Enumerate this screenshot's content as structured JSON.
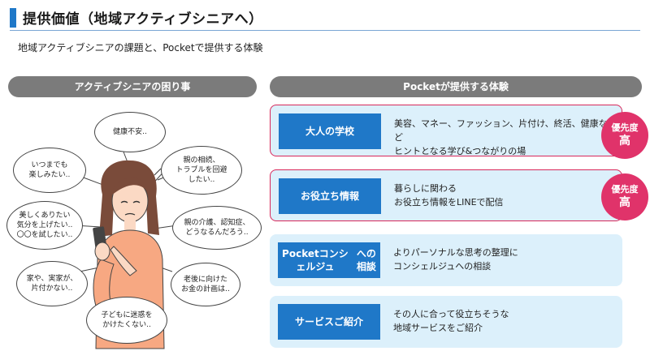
{
  "title": "提供価値（地域アクティブシニアへ）",
  "subtitle": "地域アクティブシニアの課題と、Pocketで提供する体験",
  "left_header": "アクティブシニアの困り事",
  "right_header": "Pocketが提供する体験",
  "bubbles": [
    {
      "lines": [
        "健康不安.."
      ]
    },
    {
      "lines": [
        "いつまでも",
        "楽しみたい.."
      ]
    },
    {
      "lines": [
        "親の相続、",
        "トラブルを回避",
        "したい.."
      ]
    },
    {
      "lines": [
        "美しくありたい",
        "気分を上げたい..",
        "〇〇を試したい.."
      ]
    },
    {
      "lines": [
        "親の介護、認知症、",
        "どうなるんだろう.."
      ]
    },
    {
      "lines": [
        "家や、実家が、",
        "片付かない.."
      ]
    },
    {
      "lines": [
        "老後に向けた",
        "お金の計画は.."
      ]
    },
    {
      "lines": [
        "子どもに迷惑を",
        "かけたくない.."
      ]
    }
  ],
  "items": [
    {
      "label": [
        "大人の学校"
      ],
      "desc": [
        "美容、マネー、ファッション、片付け、終活、健康など",
        "ヒントとなる学び&つながりの場"
      ],
      "priority": true
    },
    {
      "label": [
        "お役立ち情報"
      ],
      "desc": [
        "暮らしに関わる",
        "お役立ち情報をLINEで配信"
      ],
      "priority": true
    },
    {
      "label": [
        "Pocketコンシェルジュ",
        "への相談"
      ],
      "desc": [
        "よりパーソナルな思考の整理に",
        "コンシェルジュへの相談"
      ],
      "priority": false
    },
    {
      "label": [
        "サービスご紹介"
      ],
      "desc": [
        "その人に合って役立ちそうな",
        "地域サービスをご紹介"
      ],
      "priority": false
    }
  ],
  "priority_badge": {
    "line1": "優先度",
    "line2": "高"
  },
  "colors": {
    "accent": "#1f78c8",
    "priority": "#e0336a",
    "item_bg": "#dcf0fb",
    "header_gray": "#7b7b7b"
  }
}
